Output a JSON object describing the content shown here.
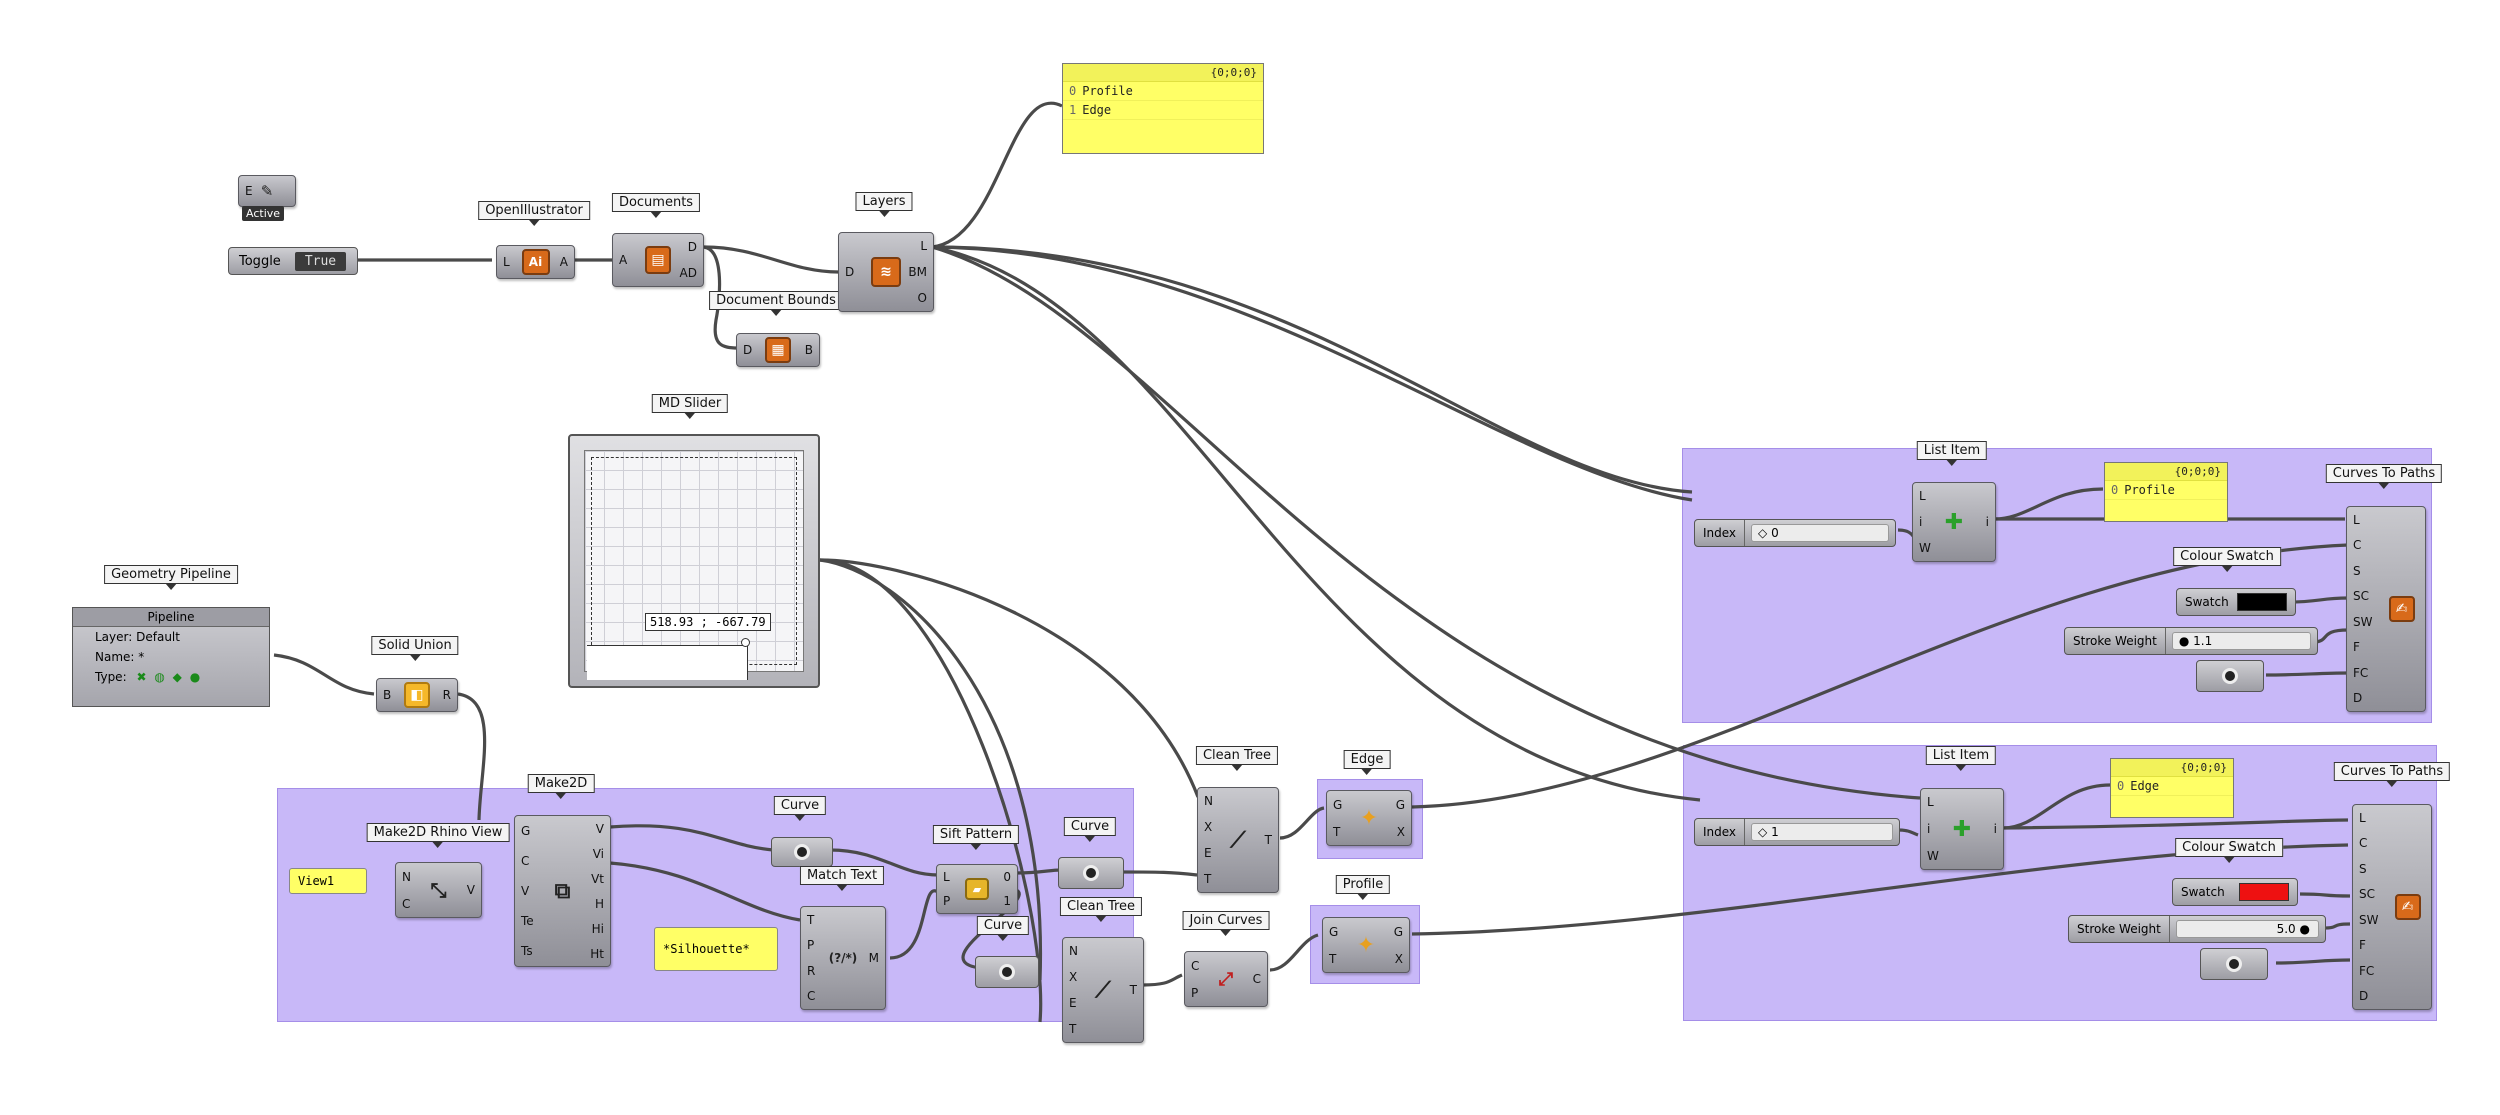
{
  "labels": {
    "openillustrator": "OpenIllustrator",
    "documents": "Documents",
    "layers": "Layers",
    "document_bounds": "Document Bounds",
    "md_slider": "MD Slider",
    "geometry_pipeline": "Geometry Pipeline",
    "solid_union": "Solid Union",
    "make2d": "Make2D",
    "make2d_rhino_view": "Make2D Rhino View",
    "curve_a": "Curve",
    "curve_b": "Curve",
    "curve_c": "Curve",
    "sift_pattern": "Sift Pattern",
    "match_text": "Match Text",
    "clean_tree_a": "Clean Tree",
    "clean_tree_b": "Clean Tree",
    "edge": "Edge",
    "profile": "Profile",
    "join_curves": "Join Curves",
    "list_item_top": "List Item",
    "list_item_bottom": "List Item",
    "curves_to_paths_top": "Curves To Paths",
    "curves_to_paths_bottom": "Curves To Paths",
    "colour_swatch_top": "Colour Swatch",
    "colour_swatch_bottom": "Colour Swatch"
  },
  "active_badge": {
    "port": "E",
    "text": "Active"
  },
  "toggle": {
    "name": "Toggle",
    "value": "True"
  },
  "top_panel": {
    "header": "{0;0;0}",
    "rows": [
      {
        "i": "0",
        "v": "Profile"
      },
      {
        "i": "1",
        "v": "Edge"
      }
    ]
  },
  "panel_profile": {
    "header": "{0;0;0}",
    "rows": [
      {
        "i": "0",
        "v": "Profile"
      }
    ]
  },
  "panel_edge": {
    "header": "{0;0;0}",
    "rows": [
      {
        "i": "0",
        "v": "Edge"
      }
    ]
  },
  "md_slider": {
    "readout": "518.93 ; -667.79",
    "x": 518.93,
    "y": -667.79
  },
  "pipeline": {
    "title": "Pipeline",
    "layer_label": "Layer:",
    "layer": "Default",
    "name_label": "Name:",
    "name": "*",
    "type_label": "Type:"
  },
  "view_input": "View1",
  "silhouette_input": "*Silhouette*",
  "index_top": {
    "name": "Index",
    "value": "0"
  },
  "index_bottom": {
    "name": "Index",
    "value": "1"
  },
  "stroke_top": {
    "name": "Stroke Weight",
    "value": "1.1"
  },
  "stroke_bottom": {
    "name": "Stroke Weight",
    "value": "5.0"
  },
  "swatch_top": {
    "name": "Swatch",
    "color": "#000000"
  },
  "swatch_bottom": {
    "name": "Swatch",
    "color": "#ee1111"
  },
  "ports": {
    "openillustrator": {
      "in": [
        "L"
      ],
      "out": [
        "A"
      ]
    },
    "documents": {
      "in": [
        "A"
      ],
      "out": [
        "D",
        "AD"
      ]
    },
    "layers": {
      "in": [
        "D"
      ],
      "out": [
        "L",
        "BM",
        "O"
      ]
    },
    "document_bounds": {
      "in": [
        "D"
      ],
      "out": [
        "B"
      ]
    },
    "solid_union": {
      "in": [
        "B"
      ],
      "out": [
        "R"
      ]
    },
    "make2d": {
      "in": [
        "G",
        "C",
        "V",
        "Te",
        "Ts"
      ],
      "out": [
        "V",
        "Vi",
        "Vt",
        "H",
        "Hi",
        "Ht"
      ]
    },
    "make2d_view": {
      "in": [
        "N",
        "C"
      ],
      "out": [
        "V"
      ]
    },
    "sift_pattern": {
      "in": [
        "L",
        "P"
      ],
      "out": [
        "0",
        "1"
      ]
    },
    "match_text": {
      "in": [
        "T",
        "P",
        "R",
        "C"
      ],
      "out": [
        "M"
      ]
    },
    "clean_tree_a": {
      "in": [
        "N",
        "X",
        "E",
        "T"
      ],
      "out": [
        "T"
      ]
    },
    "clean_tree_b": {
      "in": [
        "N",
        "X",
        "E",
        "T"
      ],
      "out": [
        "T"
      ]
    },
    "edge": {
      "in": [
        "G",
        "T"
      ],
      "out": [
        "G",
        "X"
      ]
    },
    "profile": {
      "in": [
        "G",
        "T"
      ],
      "out": [
        "G",
        "X"
      ]
    },
    "join_curves": {
      "in": [
        "C",
        "P"
      ],
      "out": [
        "C"
      ]
    },
    "list_item": {
      "in": [
        "L",
        "i",
        "W"
      ],
      "out": [
        "i"
      ]
    },
    "curves_to_paths": {
      "in": [
        "L",
        "C",
        "S",
        "SC",
        "SW",
        "F",
        "FC",
        "D"
      ],
      "out": []
    }
  },
  "colors": {
    "group": "#c8b8f8",
    "panel": "#ffff66",
    "component": "#a8a8ae",
    "icon_accent": "#d86a1a"
  }
}
